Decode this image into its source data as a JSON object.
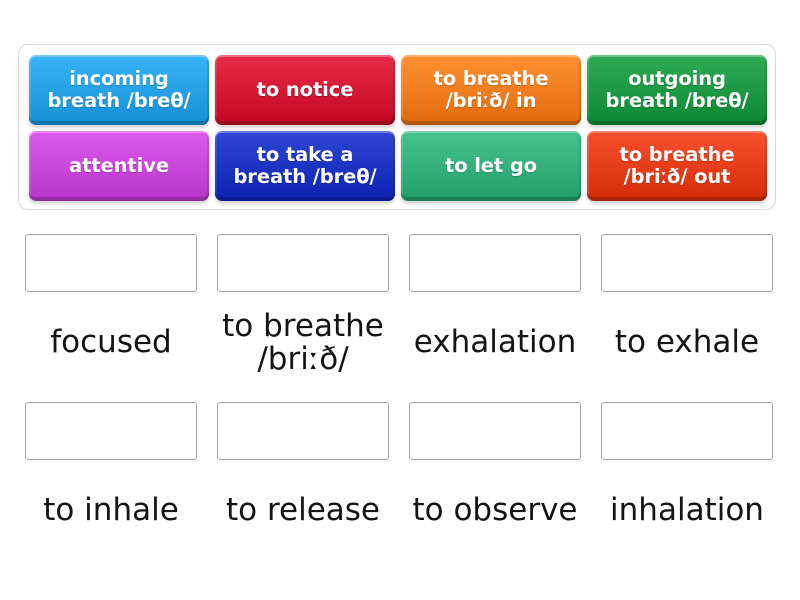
{
  "activity": {
    "type": "match-up-drag-and-drop",
    "tile_tray": {
      "tiles": [
        {
          "label": "incoming breath /breθ/",
          "color": "#29a3e8"
        },
        {
          "label": "to notice",
          "color": "#d61b36"
        },
        {
          "label": "to breathe /briːð/ in",
          "color": "#f28020"
        },
        {
          "label": "outgoing breath /breθ/",
          "color": "#1f9b47"
        },
        {
          "label": "attentive",
          "color": "#cc49dd"
        },
        {
          "label": "to take a breath /breθ/",
          "color": "#1f35c4"
        },
        {
          "label": "to let go",
          "color": "#36b27e"
        },
        {
          "label": "to breathe /briːð/ out",
          "color": "#e8401c"
        }
      ]
    },
    "answer_slots": [
      {
        "label": "focused",
        "dropzone_value": ""
      },
      {
        "label": "to breathe /briːð/",
        "dropzone_value": ""
      },
      {
        "label": "exhalation",
        "dropzone_value": ""
      },
      {
        "label": "to exhale",
        "dropzone_value": ""
      },
      {
        "label": "to inhale",
        "dropzone_value": ""
      },
      {
        "label": "to release",
        "dropzone_value": ""
      },
      {
        "label": "to observe",
        "dropzone_value": ""
      },
      {
        "label": "inhalation",
        "dropzone_value": ""
      }
    ]
  },
  "colors": {
    "page_background": "#ffffff",
    "tray_border": "#d9d9d9",
    "dropzone_border": "#a6a6a6",
    "label_text": "#141414",
    "tile_text": "#ffffff"
  }
}
